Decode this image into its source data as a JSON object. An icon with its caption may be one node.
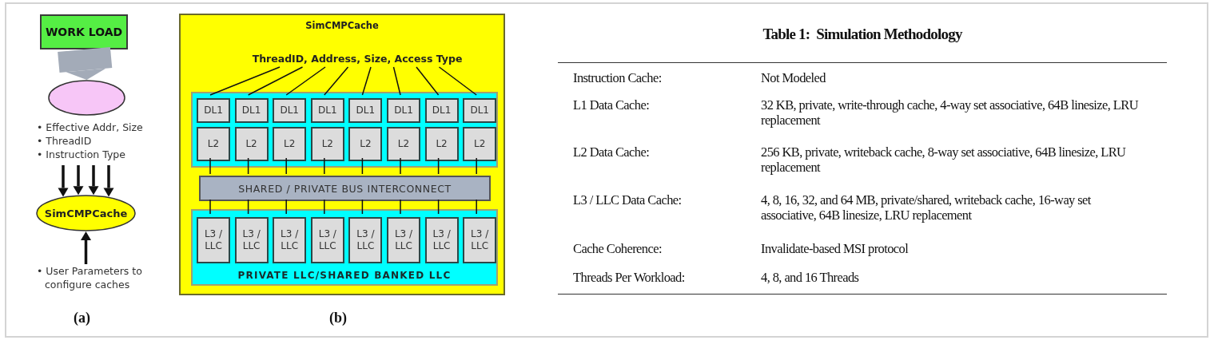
{
  "diagram": {
    "nodes": [
      {
        "text": [
          "WORK LOAD"
        ]
      },
      {
        "text": [],
        "shape": "ellipse"
      },
      {
        "text": [
          "• Effective Addr, Size",
          "• ThreadID",
          "• Instruction Type"
        ]
      },
      {
        "text": [
          "SimCMPCache"
        ]
      },
      {
        "text": [
          "• User Parameters to configure caches"
        ]
      },
      {
        "text": [
          "SimCMPCache"
        ]
      },
      {
        "text": [
          "ThreadID, Address, Size, Access Type"
        ],
        "in": 5
      },
      {
        "text": [],
        "shape": "box",
        "in": 5
      },
      {
        "text": [
          "DL1"
        ],
        "in": 7
      },
      {
        "text": [
          "DL1"
        ],
        "in": 7
      },
      {
        "text": [
          "DL1"
        ],
        "in": 7
      },
      {
        "text": [
          "DL1"
        ],
        "in": 7
      },
      {
        "text": [
          "DL1"
        ],
        "in": 7
      },
      {
        "text": [
          "DL1"
        ],
        "in": 7
      },
      {
        "text": [
          "DL1"
        ],
        "in": 7
      },
      {
        "text": [
          "DL1"
        ],
        "in": 7
      },
      {
        "text": [
          "L2"
        ],
        "in": 7
      },
      {
        "text": [
          "L2"
        ],
        "in": 7
      },
      {
        "text": [
          "L2"
        ],
        "in": 7
      },
      {
        "text": [
          "L2"
        ],
        "in": 7
      },
      {
        "text": [
          "L2"
        ],
        "in": 7
      },
      {
        "text": [
          "L2"
        ],
        "in": 7
      },
      {
        "text": [
          "L2"
        ],
        "in": 7
      },
      {
        "text": [
          "L2"
        ],
        "in": 7
      },
      {
        "text": [
          "SHARED / PRIVATE BUS INTERCONNECT"
        ],
        "in": 5
      },
      {
        "text": [
          "PRIVATE LLC/SHARED BANKED LLC"
        ],
        "in": 5
      },
      {
        "text": [
          "L3 / LLC"
        ],
        "in": 25
      },
      {
        "text": [
          "L3 / LLC"
        ],
        "in": 25
      },
      {
        "text": [
          "L3 / LLC"
        ],
        "in": 25
      },
      {
        "text": [
          "L3 / LLC"
        ],
        "in": 25
      },
      {
        "text": [
          "L3 / LLC"
        ],
        "in": 25
      },
      {
        "text": [
          "L3 / LLC"
        ],
        "in": 25
      },
      {
        "text": [
          "L3 / LLC"
        ],
        "in": 25
      },
      {
        "text": [
          "L3 / LLC"
        ],
        "in": 25
      }
    ],
    "edges": [
      {
        "from": 0,
        "to": 1,
        "arrow": "to",
        "style": "thick",
        "color": "#a3abb8"
      },
      {
        "from": 2,
        "to": 3,
        "arrow": "to"
      },
      {
        "from": 2,
        "to": 3,
        "arrow": "to"
      },
      {
        "from": 2,
        "to": 3,
        "arrow": "to"
      },
      {
        "from": 2,
        "to": 3,
        "arrow": "to"
      },
      {
        "from": 4,
        "to": 3,
        "arrow": "to"
      },
      {
        "from": 6,
        "to": 8,
        "arrow": "none"
      },
      {
        "from": 6,
        "to": 9,
        "arrow": "none"
      },
      {
        "from": 6,
        "to": 10,
        "arrow": "none"
      },
      {
        "from": 6,
        "to": 11,
        "arrow": "none"
      },
      {
        "from": 6,
        "to": 12,
        "arrow": "none"
      },
      {
        "from": 6,
        "to": 13,
        "arrow": "none"
      },
      {
        "from": 6,
        "to": 14,
        "arrow": "none"
      },
      {
        "from": 6,
        "to": 15,
        "arrow": "none"
      },
      {
        "from": 16,
        "to": 24,
        "arrow": "none"
      },
      {
        "from": 17,
        "to": 24,
        "arrow": "none"
      },
      {
        "from": 18,
        "to": 24,
        "arrow": "none"
      },
      {
        "from": 19,
        "to": 24,
        "arrow": "none"
      },
      {
        "from": 20,
        "to": 24,
        "arrow": "none"
      },
      {
        "from": 21,
        "to": 24,
        "arrow": "none"
      },
      {
        "from": 22,
        "to": 24,
        "arrow": "none"
      },
      {
        "from": 23,
        "to": 24,
        "arrow": "none"
      },
      {
        "from": 24,
        "to": 26,
        "arrow": "none"
      },
      {
        "from": 24,
        "to": 27,
        "arrow": "none"
      },
      {
        "from": 24,
        "to": 28,
        "arrow": "none"
      },
      {
        "from": 24,
        "to": 29,
        "arrow": "none"
      },
      {
        "from": 24,
        "to": 30,
        "arrow": "none"
      },
      {
        "from": 24,
        "to": 31,
        "arrow": "none"
      },
      {
        "from": 24,
        "to": 32,
        "arrow": "none"
      },
      {
        "from": 24,
        "to": 33,
        "arrow": "none"
      }
    ],
    "labels": [
      "(a)",
      "(b)",
      "Table 1:  Simulation Methodology",
      "Instruction Cache:",
      "Not Modeled",
      "L1 Data Cache:",
      "32 KB, private, write-through cache, 4-way set associative, 64B linesize, LRU replacement",
      "L2 Data Cache:",
      "256 KB, private, writeback cache, 8-way set associative, 64B linesize, LRU replacement",
      "L3 / LLC Data Cache:",
      "4, 8, 16, 32, and 64 MB, private/shared, writeback cache, 16-way set associative, 64B linesize, LRU replacement",
      "Cache Coherence:",
      "Invalidate-based MSI protocol",
      "Threads Per Workload:",
      "4, 8, and 16 Threads"
    ]
  }
}
